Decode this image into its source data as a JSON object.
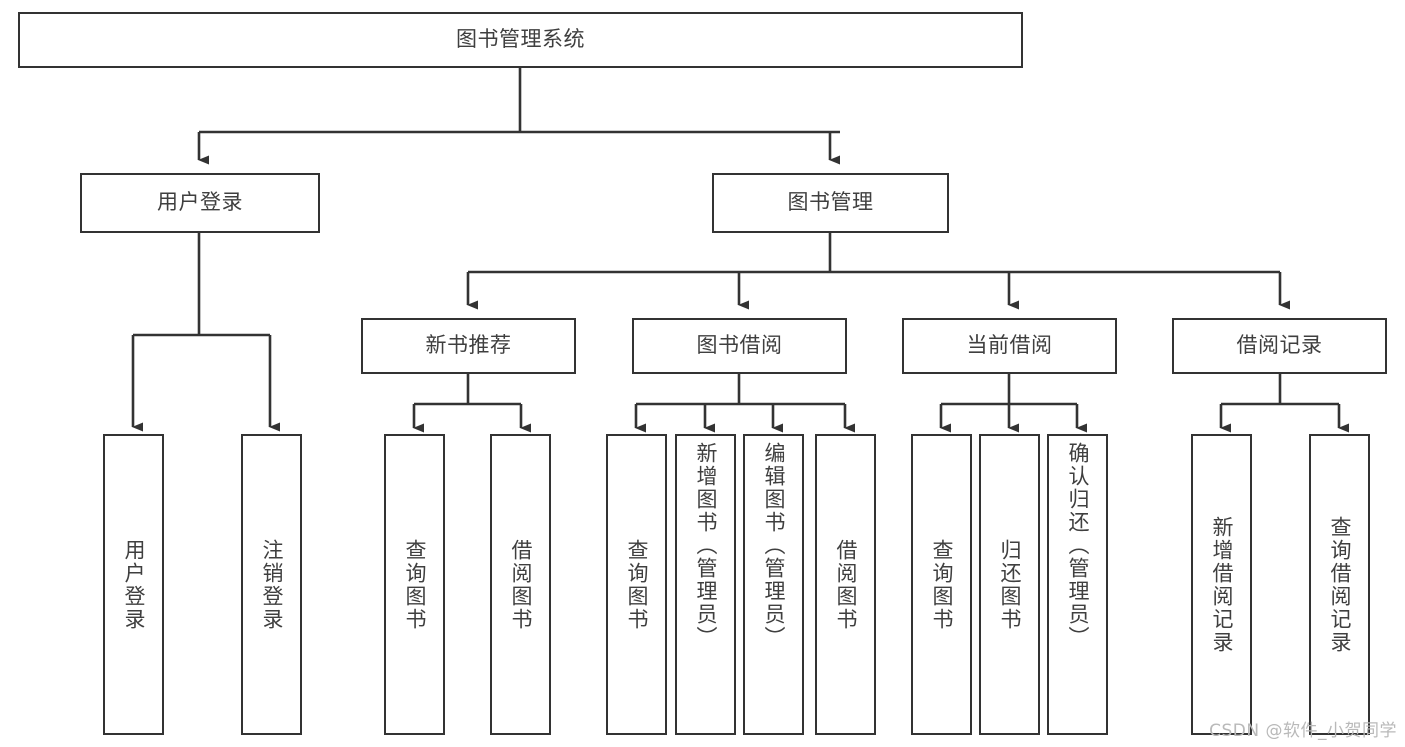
{
  "diagram": {
    "title": "图书管理系统",
    "type": "tree",
    "watermark": "CSDN @软件_小贺同学",
    "colors": {
      "box_border": "#333333",
      "box_fill": "#ffffff",
      "connector": "#333333",
      "text": "#3f3f3f",
      "watermark": "#b9b9b9",
      "background": "#ffffff"
    },
    "levels": [
      {
        "level": 1,
        "nodes": [
          {
            "id": "root",
            "label": "图书管理系统",
            "orientation": "horizontal"
          }
        ]
      },
      {
        "level": 2,
        "nodes": [
          {
            "id": "user-login",
            "label": "用户登录",
            "orientation": "horizontal",
            "parent": "root"
          },
          {
            "id": "book-manage",
            "label": "图书管理",
            "orientation": "horizontal",
            "parent": "root"
          }
        ]
      },
      {
        "level": 3,
        "nodes": [
          {
            "id": "new-book-recommend",
            "label": "新书推荐",
            "orientation": "horizontal",
            "parent": "book-manage"
          },
          {
            "id": "book-borrow",
            "label": "图书借阅",
            "orientation": "horizontal",
            "parent": "book-manage"
          },
          {
            "id": "current-borrow",
            "label": "当前借阅",
            "orientation": "horizontal",
            "parent": "book-manage"
          },
          {
            "id": "borrow-record",
            "label": "借阅记录",
            "orientation": "horizontal",
            "parent": "book-manage"
          }
        ]
      },
      {
        "level": 4,
        "nodes": [
          {
            "id": "leaf-user-login",
            "label": "用户登录",
            "orientation": "vertical",
            "parent": "user-login"
          },
          {
            "id": "leaf-logout-login",
            "label": "注销登录",
            "orientation": "vertical",
            "parent": "user-login"
          },
          {
            "id": "leaf-query-book-1",
            "label": "查询图书",
            "orientation": "vertical",
            "parent": "new-book-recommend"
          },
          {
            "id": "leaf-borrow-book-1",
            "label": "借阅图书",
            "orientation": "vertical",
            "parent": "new-book-recommend"
          },
          {
            "id": "leaf-query-book-2",
            "label": "查询图书",
            "orientation": "vertical",
            "parent": "book-borrow"
          },
          {
            "id": "leaf-add-book",
            "label": "新增图书（管理员）",
            "orientation": "vertical",
            "parent": "book-borrow"
          },
          {
            "id": "leaf-edit-book",
            "label": "编辑图书（管理员）",
            "orientation": "vertical",
            "parent": "book-borrow"
          },
          {
            "id": "leaf-borrow-book-2",
            "label": "借阅图书",
            "orientation": "vertical",
            "parent": "book-borrow"
          },
          {
            "id": "leaf-query-book-3",
            "label": "查询图书",
            "orientation": "vertical",
            "parent": "current-borrow"
          },
          {
            "id": "leaf-return-book",
            "label": "归还图书",
            "orientation": "vertical",
            "parent": "current-borrow"
          },
          {
            "id": "leaf-confirm-return",
            "label": "确认归还（管理员）",
            "orientation": "vertical",
            "parent": "current-borrow"
          },
          {
            "id": "leaf-add-record",
            "label": "新增借阅记录",
            "orientation": "vertical",
            "parent": "borrow-record"
          },
          {
            "id": "leaf-query-record",
            "label": "查询借阅记录",
            "orientation": "vertical",
            "parent": "borrow-record"
          }
        ]
      }
    ]
  }
}
